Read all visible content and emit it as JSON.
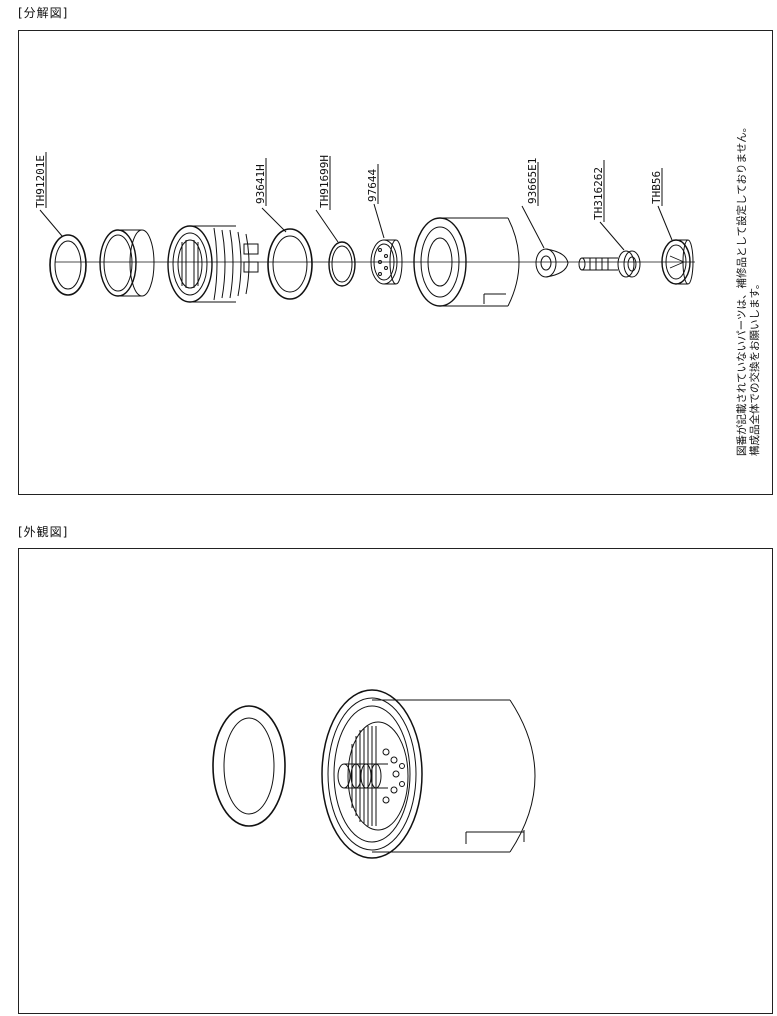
{
  "sections": {
    "exploded": "[分解図]",
    "exterior": "[外観図]"
  },
  "parts": [
    {
      "id": "TH91201E"
    },
    {
      "id": "93641H"
    },
    {
      "id": "TH91699H"
    },
    {
      "id": "97644"
    },
    {
      "id": "93665E1"
    },
    {
      "id": "TH316262"
    },
    {
      "id": "THB56"
    }
  ],
  "note": {
    "line1": "図番が記載されていないパーツは、補修品として設定しておりません。",
    "line2": "構成品全体での交換をお願いします。"
  }
}
